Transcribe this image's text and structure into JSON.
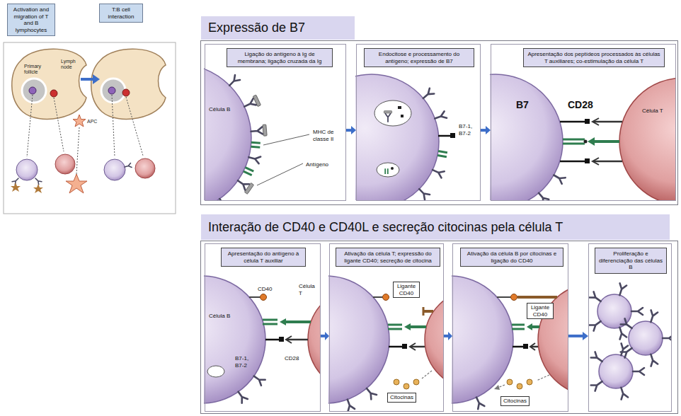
{
  "diagram": {
    "nodes": [
      {
        "text": [
          "Activation and migration of T and B lymphocytes"
        ]
      },
      {
        "text": [
          "T:B cell interaction"
        ]
      },
      {
        "text": [
          "Expressão de B7"
        ]
      },
      {
        "text": [
          "Ligação do antígeno à Ig de membrana; ligação cruzada da Ig",
          "Célula B",
          "MHC de classe II",
          "Antígeno"
        ],
        "in": 2
      },
      {
        "text": [
          "Endocitose e processamento do antígeno; expressão de B7",
          "B7-1, B7-2"
        ],
        "in": 2
      },
      {
        "text": [
          "Apresentação dos peptídeos processados às células T auxiliares; co-estimulação da célula T",
          "B7",
          "CD28",
          "Célula T"
        ],
        "in": 2
      },
      {
        "text": [
          "Interação de CD40 e CD40L e secreção citocinas pela célula T"
        ]
      },
      {
        "text": [
          "Apresentação do antígeno à célula T auxiliar",
          "CD40",
          "Célula B",
          "Célula T",
          "B7-1, B7-2",
          "CD28"
        ],
        "in": 6
      },
      {
        "text": [
          "Ativação da célula T; expressão do ligante CD40; secreção de citocina",
          "Ligante CD40",
          "Citocinas"
        ],
        "in": 6
      },
      {
        "text": [
          "Ativação da célula B por citocinas e ligação do CD40",
          "Ligante CD40",
          "Citocinas"
        ],
        "in": 6
      },
      {
        "text": [
          "Proliferação e diferenciação das células B"
        ],
        "in": 6
      }
    ],
    "edges": [
      {
        "from": 3,
        "to": 4,
        "arrow": "to"
      },
      {
        "from": 4,
        "to": 5,
        "arrow": "to"
      },
      {
        "from": 7,
        "to": 8,
        "arrow": "to"
      },
      {
        "from": 8,
        "to": 9,
        "arrow": "to"
      },
      {
        "from": 9,
        "to": 10,
        "arrow": "to"
      }
    ],
    "labels": [
      "Primary follicle",
      "Lymph node",
      "APC"
    ]
  }
}
